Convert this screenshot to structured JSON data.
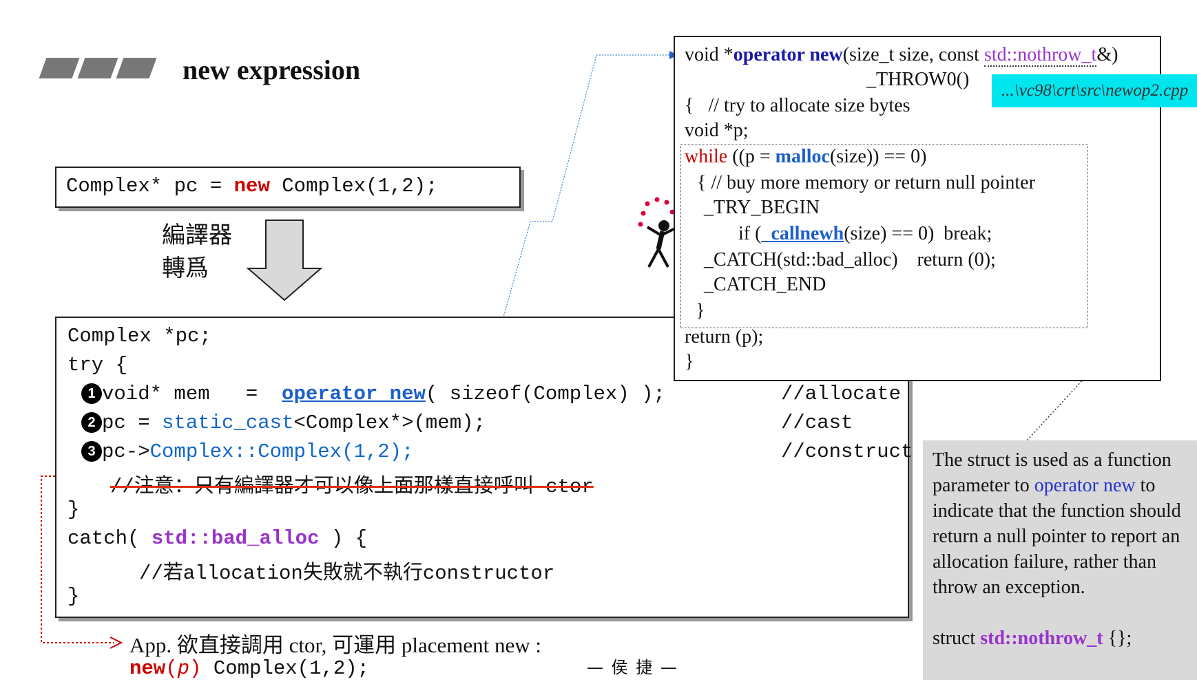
{
  "title": "new expression",
  "box1": {
    "pre": "Complex* pc = ",
    "kw": "new",
    "post": " Complex(1,2);"
  },
  "compile_label": {
    "line1": "編譯器",
    "line2": "轉爲"
  },
  "box2": {
    "l1": "Complex *pc;",
    "l2": "try {",
    "n1": "1",
    "n2": "2",
    "n3": "3",
    "l3a": "void* mem   =  ",
    "l3b": "operator new",
    "l3c": "( sizeof(Complex) );",
    "l4a": "pc = ",
    "l4b": "static_cast",
    "l4c": "<Complex*>(mem);",
    "l5a": "pc->",
    "l5b": "Complex::Complex(1,2);",
    "c1": "//allocate",
    "c2": "//cast",
    "c3": "//construct",
    "l6": "//注意：只有編譯器才可以像上面那樣直接呼叫 ctor",
    "l7": "}",
    "l8a": "catch( ",
    "l8b": "std::bad_alloc",
    "l8c": " ) {",
    "l9": "//若allocation失敗就不執行constructor",
    "l10": "}"
  },
  "box3": {
    "l1a": "void *",
    "l1b": "operator new",
    "l1c": "(size_t size, const ",
    "l1d": "std::nothrow_t",
    "l1e": "&)",
    "l2": "_THROW0()",
    "l3": "{   // try to allocate size bytes",
    "l4": "void *p;",
    "l5a": "while",
    "l5b": " ((p = ",
    "l5c": "malloc",
    "l5d": "(size)) == 0)",
    "l6": "{ // buy more memory or return null pointer",
    "l7": "_TRY_BEGIN",
    "l8a": "if (",
    "l8b": "_callnewh",
    "l8c": "(size) == 0)  break;",
    "l9": "_CATCH(std::bad_alloc)    return (0);",
    "l10": "_CATCH_END",
    "l11": "}",
    "l12": "return (p);",
    "l13": "}"
  },
  "path_label": "...\\vc98\\crt\\src\\newop2.cpp",
  "note": {
    "t1": "The struct is used as a function parameter to ",
    "t2": "operator new",
    "t3": " to indicate that the function should return a null pointer to report an allocation failure, rather than throw an exception.",
    "s1": "struct ",
    "s2": "std::nothrow_t",
    "s3": " {};"
  },
  "bottom": {
    "line1": "App. 欲直接調用 ctor, 可運用 placement new :",
    "kw_new": "new",
    "p_open": "(",
    "p_var": "p",
    "p_close": ")",
    "rest": " Complex(1,2);"
  },
  "signature": "— 侯 捷 —"
}
